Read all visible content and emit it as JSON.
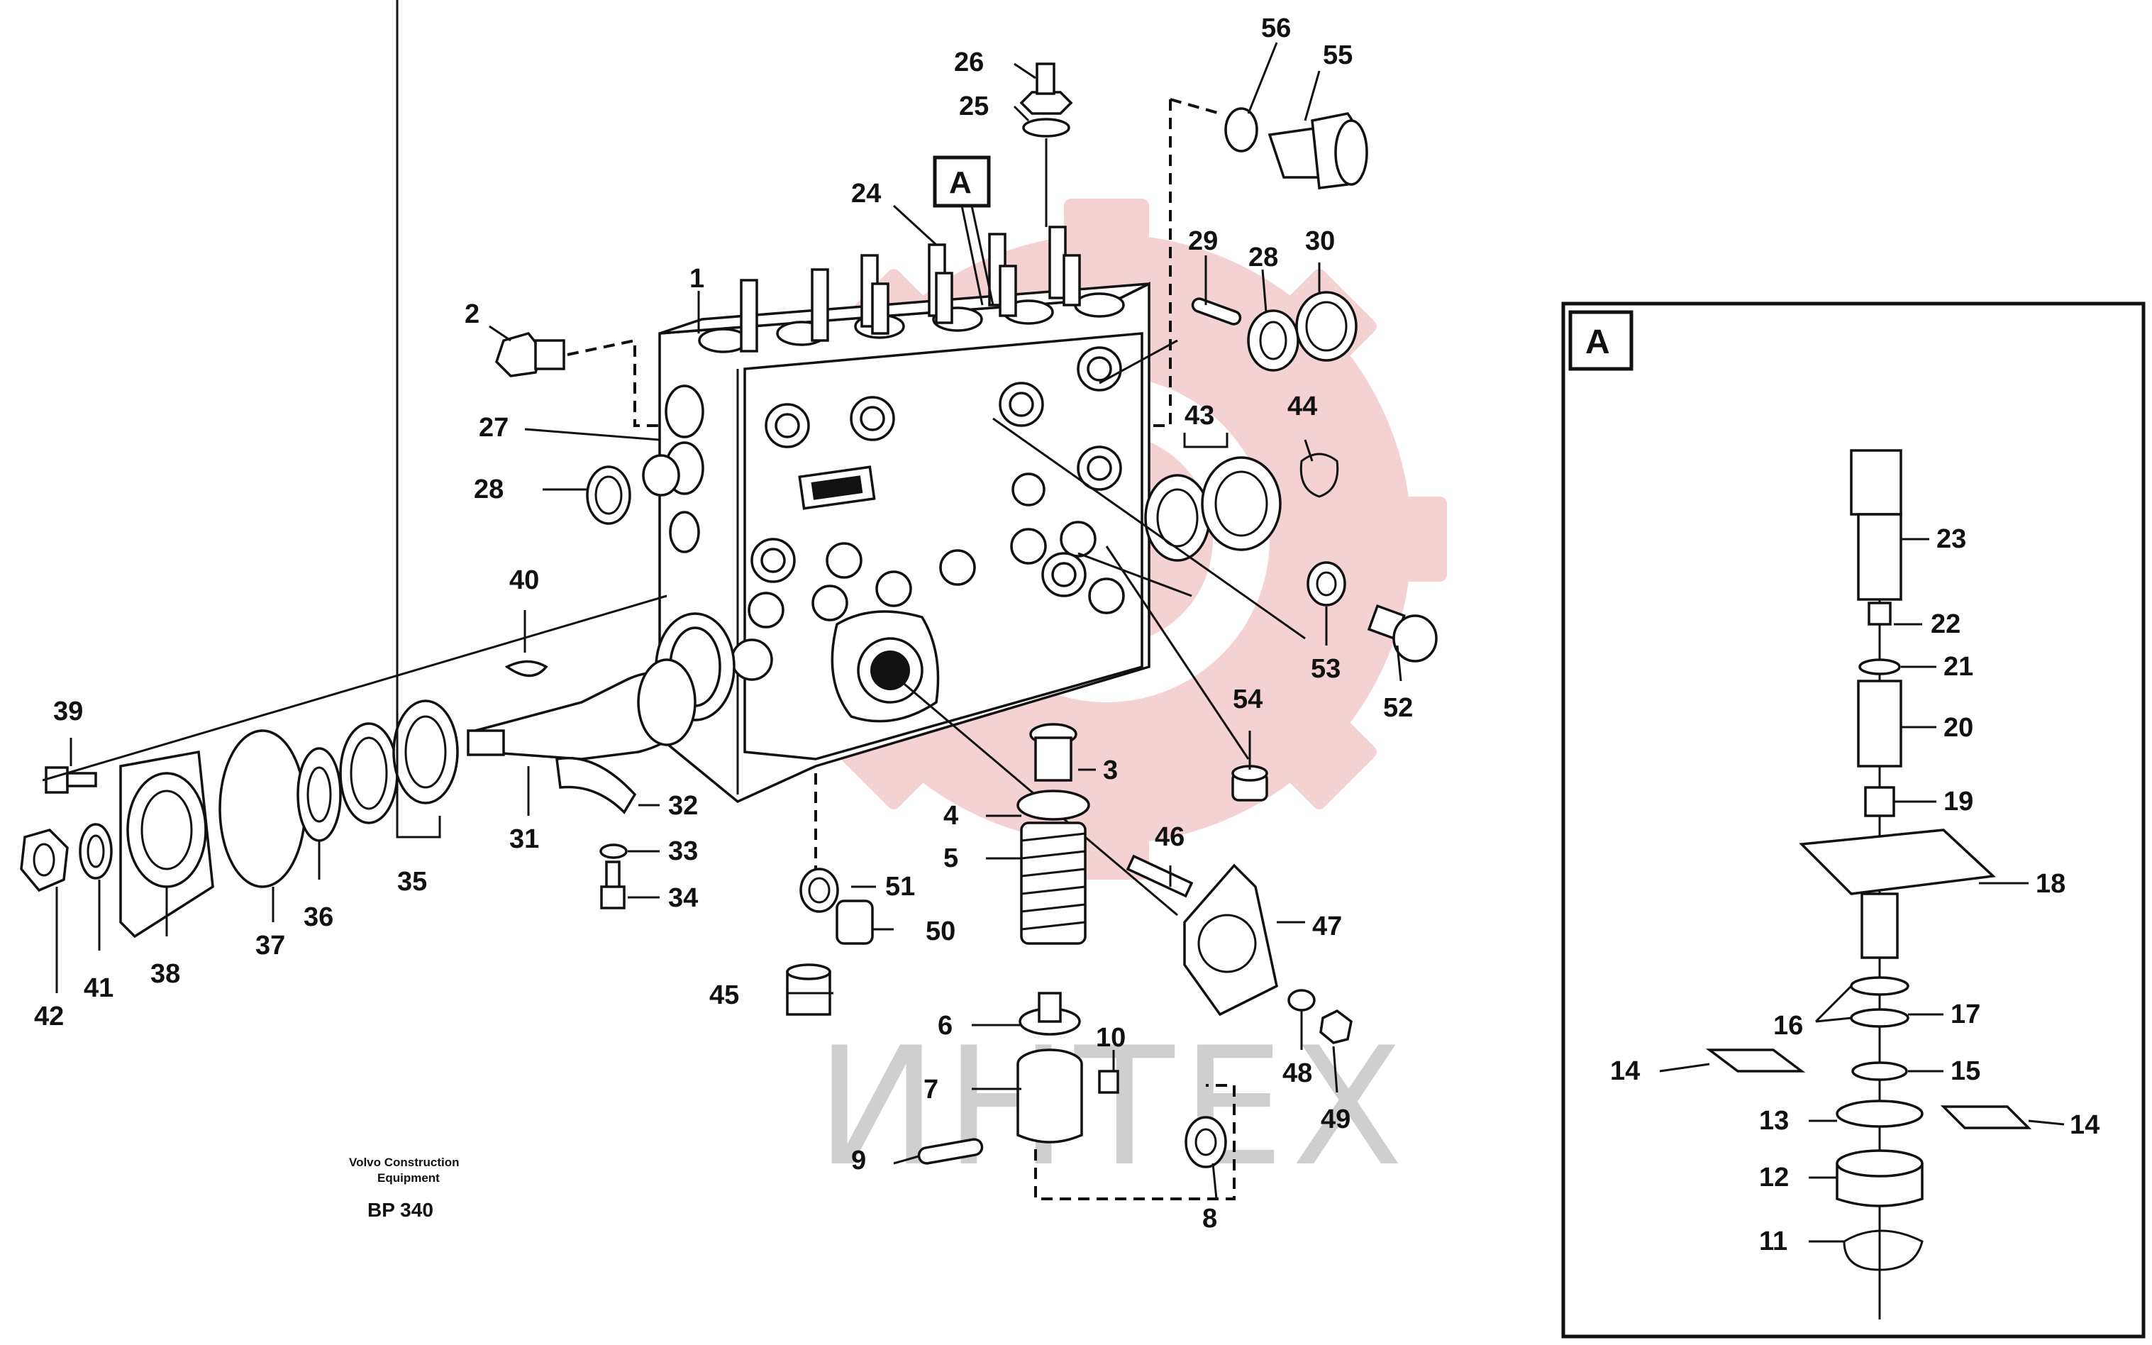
{
  "watermark": {
    "text": "ИНТЕХ",
    "gear_color": "#f3c9cb",
    "text_color": "#cfcfcf"
  },
  "caption": {
    "company": "Volvo Construction",
    "sub": "Equipment",
    "code": "BP 340"
  },
  "detail": {
    "label": "A"
  },
  "main_marker": {
    "label": "A"
  },
  "callouts": {
    "c1": "1",
    "c2": "2",
    "c3": "3",
    "c4": "4",
    "c5": "5",
    "c6": "6",
    "c7": "7",
    "c8": "8",
    "c9": "9",
    "c10": "10",
    "c11": "11",
    "c12": "12",
    "c13": "13",
    "c14a": "14",
    "c14b": "14",
    "c15": "15",
    "c16": "16",
    "c17": "17",
    "c18": "18",
    "c19": "19",
    "c20": "20",
    "c21": "21",
    "c22": "22",
    "c23": "23",
    "c24": "24",
    "c25": "25",
    "c26": "26",
    "c27": "27",
    "c28a": "28",
    "c28b": "28",
    "c29": "29",
    "c30": "30",
    "c31": "31",
    "c32": "32",
    "c33": "33",
    "c34": "34",
    "c35": "35",
    "c36": "36",
    "c37": "37",
    "c38": "38",
    "c39": "39",
    "c40": "40",
    "c41": "41",
    "c42": "42",
    "c43": "43",
    "c44": "44",
    "c45": "45",
    "c46": "46",
    "c47": "47",
    "c48": "48",
    "c49": "49",
    "c50": "50",
    "c51": "51",
    "c52": "52",
    "c53": "53",
    "c54": "54",
    "c55": "55",
    "c56": "56"
  }
}
